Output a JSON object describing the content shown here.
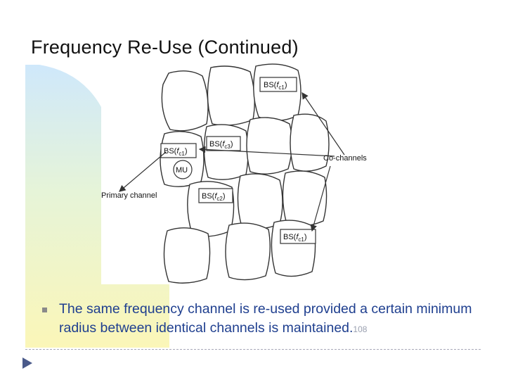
{
  "slide": {
    "title": "Frequency Re-Use (Continued)",
    "bullet": "The same frequency channel is re-used provided a certain minimum radius between identical channels is maintained.",
    "page_number": "108"
  },
  "diagram": {
    "labels": {
      "bs_c1_top": "BS(",
      "bs_c1_left": "BS(",
      "bs_c3": "BS(",
      "bs_c2": "BS(",
      "bs_c1_bottom": "BS(",
      "mu": "MU",
      "primary_channel": "Primary channel",
      "co_channels": "Co-channels"
    },
    "subscripts": {
      "f": "f",
      "c1": "c1",
      "c2": "c2",
      "c3": "c3",
      "close": ")"
    }
  },
  "colors": {
    "band_top": "#cfe8fb",
    "band_bottom": "#fbf6b8",
    "bullet_text": "#1f3f8f",
    "arrow": "#5a6a9a"
  }
}
